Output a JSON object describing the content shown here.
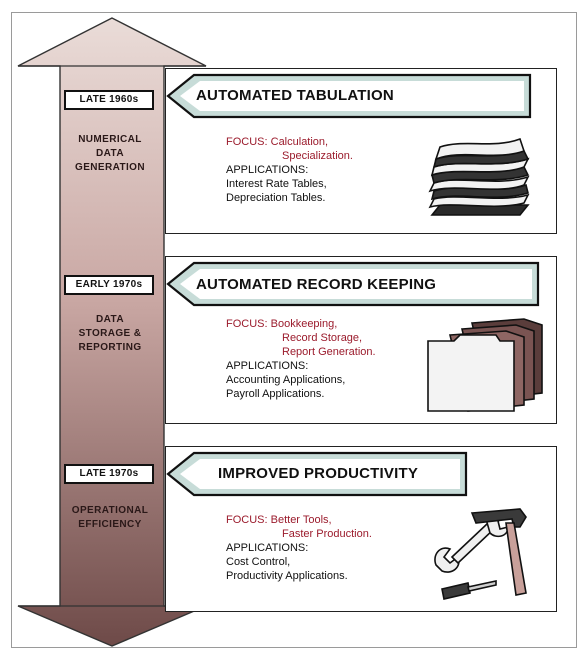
{
  "timeline": {
    "periods": [
      {
        "date": "LATE 1960s",
        "label_lines": [
          "NUMERICAL",
          "DATA",
          "GENERATION"
        ]
      },
      {
        "date": "EARLY 1970s",
        "label_lines": [
          "DATA",
          "STORAGE &",
          "REPORTING"
        ]
      },
      {
        "date": "LATE 1970s",
        "label_lines": [
          "OPERATIONAL",
          "EFFICIENCY"
        ]
      }
    ]
  },
  "eras": [
    {
      "title": "AUTOMATED TABULATION",
      "focus_label": "FOCUS:",
      "focus_items": [
        "Calculation,",
        "Specialization."
      ],
      "applications_label": "APPLICATIONS:",
      "applications": [
        "Interest Rate Tables,",
        "Depreciation Tables."
      ],
      "icon": "stacked-paper-icon"
    },
    {
      "title": "AUTOMATED RECORD KEEPING",
      "focus_label": "FOCUS:",
      "focus_items": [
        "Bookkeeping,",
        "Record Storage,",
        "Report Generation."
      ],
      "applications_label": "APPLICATIONS:",
      "applications": [
        "Accounting Applications,",
        "Payroll Applications."
      ],
      "icon": "file-folders-icon"
    },
    {
      "title": "IMPROVED PRODUCTIVITY",
      "focus_label": "FOCUS:",
      "focus_items": [
        "Better Tools,",
        "Faster Production."
      ],
      "applications_label": "APPLICATIONS:",
      "applications": [
        "Cost Control,",
        "Productivity Applications."
      ],
      "icon": "tools-icon"
    }
  ],
  "colors": {
    "focus_text": "#9b1b2c",
    "banner_fill": "#c7dcd8",
    "arrow_top": "#eadcd8",
    "arrow_bottom": "#6e4a48"
  }
}
